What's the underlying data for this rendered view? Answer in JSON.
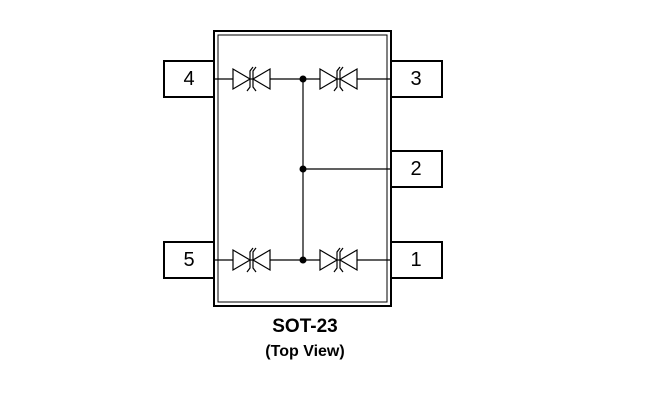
{
  "package": {
    "name": "SOT-23",
    "view": "(Top View)"
  },
  "pins": [
    {
      "label": "4"
    },
    {
      "label": "3"
    },
    {
      "label": "2"
    },
    {
      "label": "5"
    },
    {
      "label": "1"
    }
  ]
}
